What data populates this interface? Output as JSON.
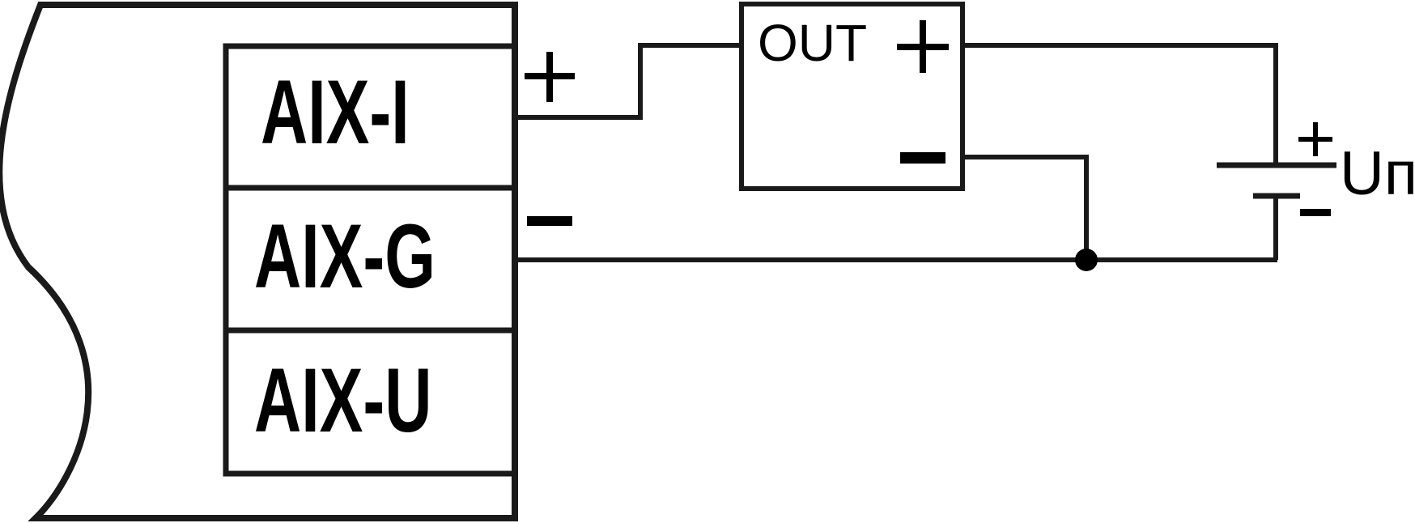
{
  "terminals": [
    {
      "id": "aix-i",
      "label": "AIX-I"
    },
    {
      "id": "aix-g",
      "label": "AIX-G"
    },
    {
      "id": "aix-u",
      "label": "AIX-U"
    }
  ],
  "sensor": {
    "label": "OUT"
  },
  "supply": {
    "label": "Uп"
  },
  "colors": {
    "line": "#1a1a1a",
    "background": "#ffffff"
  }
}
